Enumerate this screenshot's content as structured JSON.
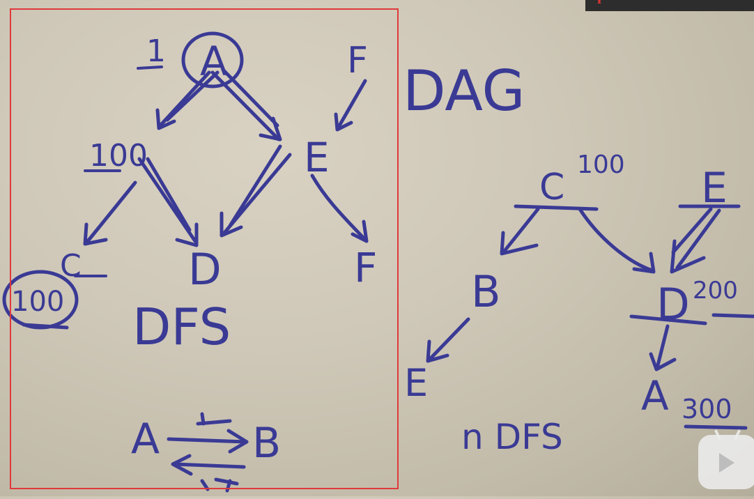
{
  "left_panel": {
    "node_A": "A",
    "node_E": "E",
    "node_F_top": "F",
    "node_F_bottom": "F",
    "node_C": "C",
    "node_D": "D",
    "label_1": "1",
    "label_100_mid": "100",
    "label_100_circle": "100",
    "dfs": "DFS",
    "rel_A": "A",
    "rel_B": "B"
  },
  "right_panel": {
    "dag": "DAG",
    "node_C": "C",
    "label_C_100": "100",
    "node_E_top": "E",
    "node_B": "B",
    "node_E_bottom": "E",
    "node_D": "D",
    "label_D_200": "200",
    "node_A": "A",
    "label_A_300": "300",
    "n_dfs": "n DFS"
  },
  "colors": {
    "ink": "#3a3a95",
    "frame": "#e0393b",
    "background": "#cfc8b8"
  },
  "icons": {
    "play": "play-icon"
  }
}
